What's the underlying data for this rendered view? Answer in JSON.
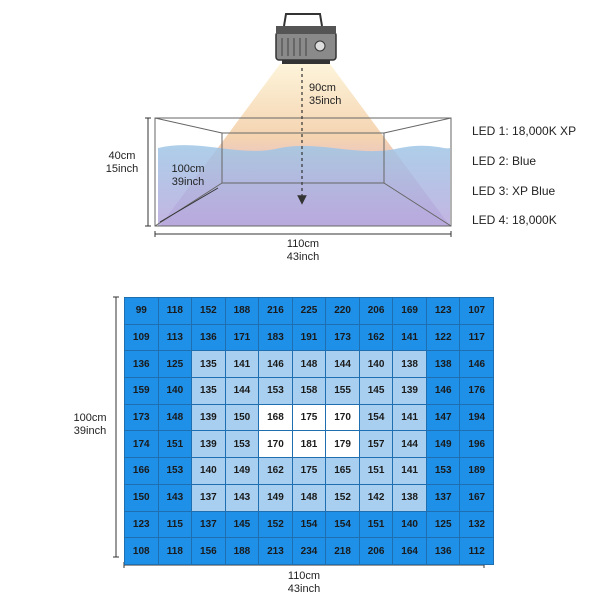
{
  "tank_diagram": {
    "height_label": {
      "cm": "40cm",
      "inch": "15inch"
    },
    "depth_label": {
      "cm": "100cm",
      "inch": "39inch"
    },
    "distance_label": {
      "cm": "90cm",
      "inch": "35inch"
    },
    "width_label": {
      "cm": "110cm",
      "inch": "43inch"
    }
  },
  "legend": [
    {
      "label": "LED 1: 18,000K XP"
    },
    {
      "label": "LED 2: Blue"
    },
    {
      "label": "LED 3: XP Blue"
    },
    {
      "label": "LED 4: 18,000K"
    }
  ],
  "par_map": {
    "height_label": {
      "cm": "100cm",
      "inch": "39inch"
    },
    "width_label": {
      "cm": "110cm",
      "inch": "43inch"
    },
    "colors": {
      "outer": "#1e90e8",
      "middle": "#a8cfef",
      "center": "#ffffff"
    },
    "rows": [
      [
        99,
        118,
        152,
        188,
        216,
        225,
        220,
        206,
        169,
        123,
        107
      ],
      [
        109,
        113,
        136,
        171,
        183,
        191,
        173,
        162,
        141,
        122,
        117
      ],
      [
        136,
        125,
        135,
        141,
        146,
        148,
        144,
        140,
        138,
        138,
        146
      ],
      [
        159,
        140,
        135,
        144,
        153,
        158,
        155,
        145,
        139,
        146,
        176
      ],
      [
        173,
        148,
        139,
        150,
        168,
        175,
        170,
        154,
        141,
        147,
        194
      ],
      [
        174,
        151,
        139,
        153,
        170,
        181,
        179,
        157,
        144,
        149,
        196
      ],
      [
        166,
        153,
        140,
        149,
        162,
        175,
        165,
        151,
        141,
        153,
        189
      ],
      [
        150,
        143,
        137,
        143,
        149,
        148,
        152,
        142,
        138,
        137,
        167
      ],
      [
        123,
        115,
        137,
        145,
        152,
        154,
        154,
        151,
        140,
        125,
        132
      ],
      [
        108,
        118,
        156,
        188,
        213,
        234,
        218,
        206,
        164,
        136,
        112
      ]
    ]
  }
}
